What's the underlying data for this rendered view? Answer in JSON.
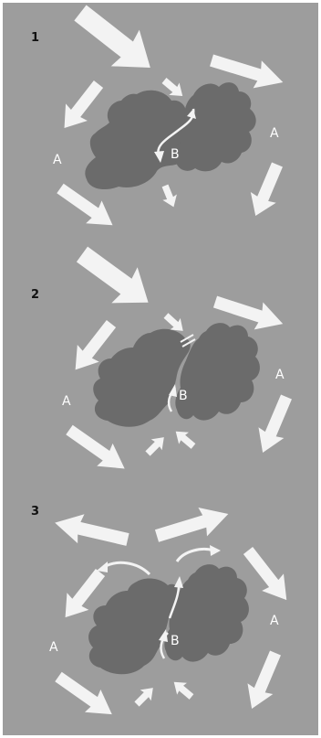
{
  "colors": {
    "background": "#9d9d9d",
    "frame": "#ffffff",
    "shape": "#6b6b6b",
    "arrow": "#f3f3f3",
    "number": "#111111",
    "label": "#ffffff"
  },
  "panels": [
    {
      "number": "1",
      "label_a": "A",
      "label_a2": "A",
      "label_b": "B"
    },
    {
      "number": "2",
      "label_a": "A",
      "label_a2": "A",
      "label_b": "B"
    },
    {
      "number": "3",
      "label_a": "A",
      "label_a2": "A",
      "label_b": "B"
    }
  ]
}
